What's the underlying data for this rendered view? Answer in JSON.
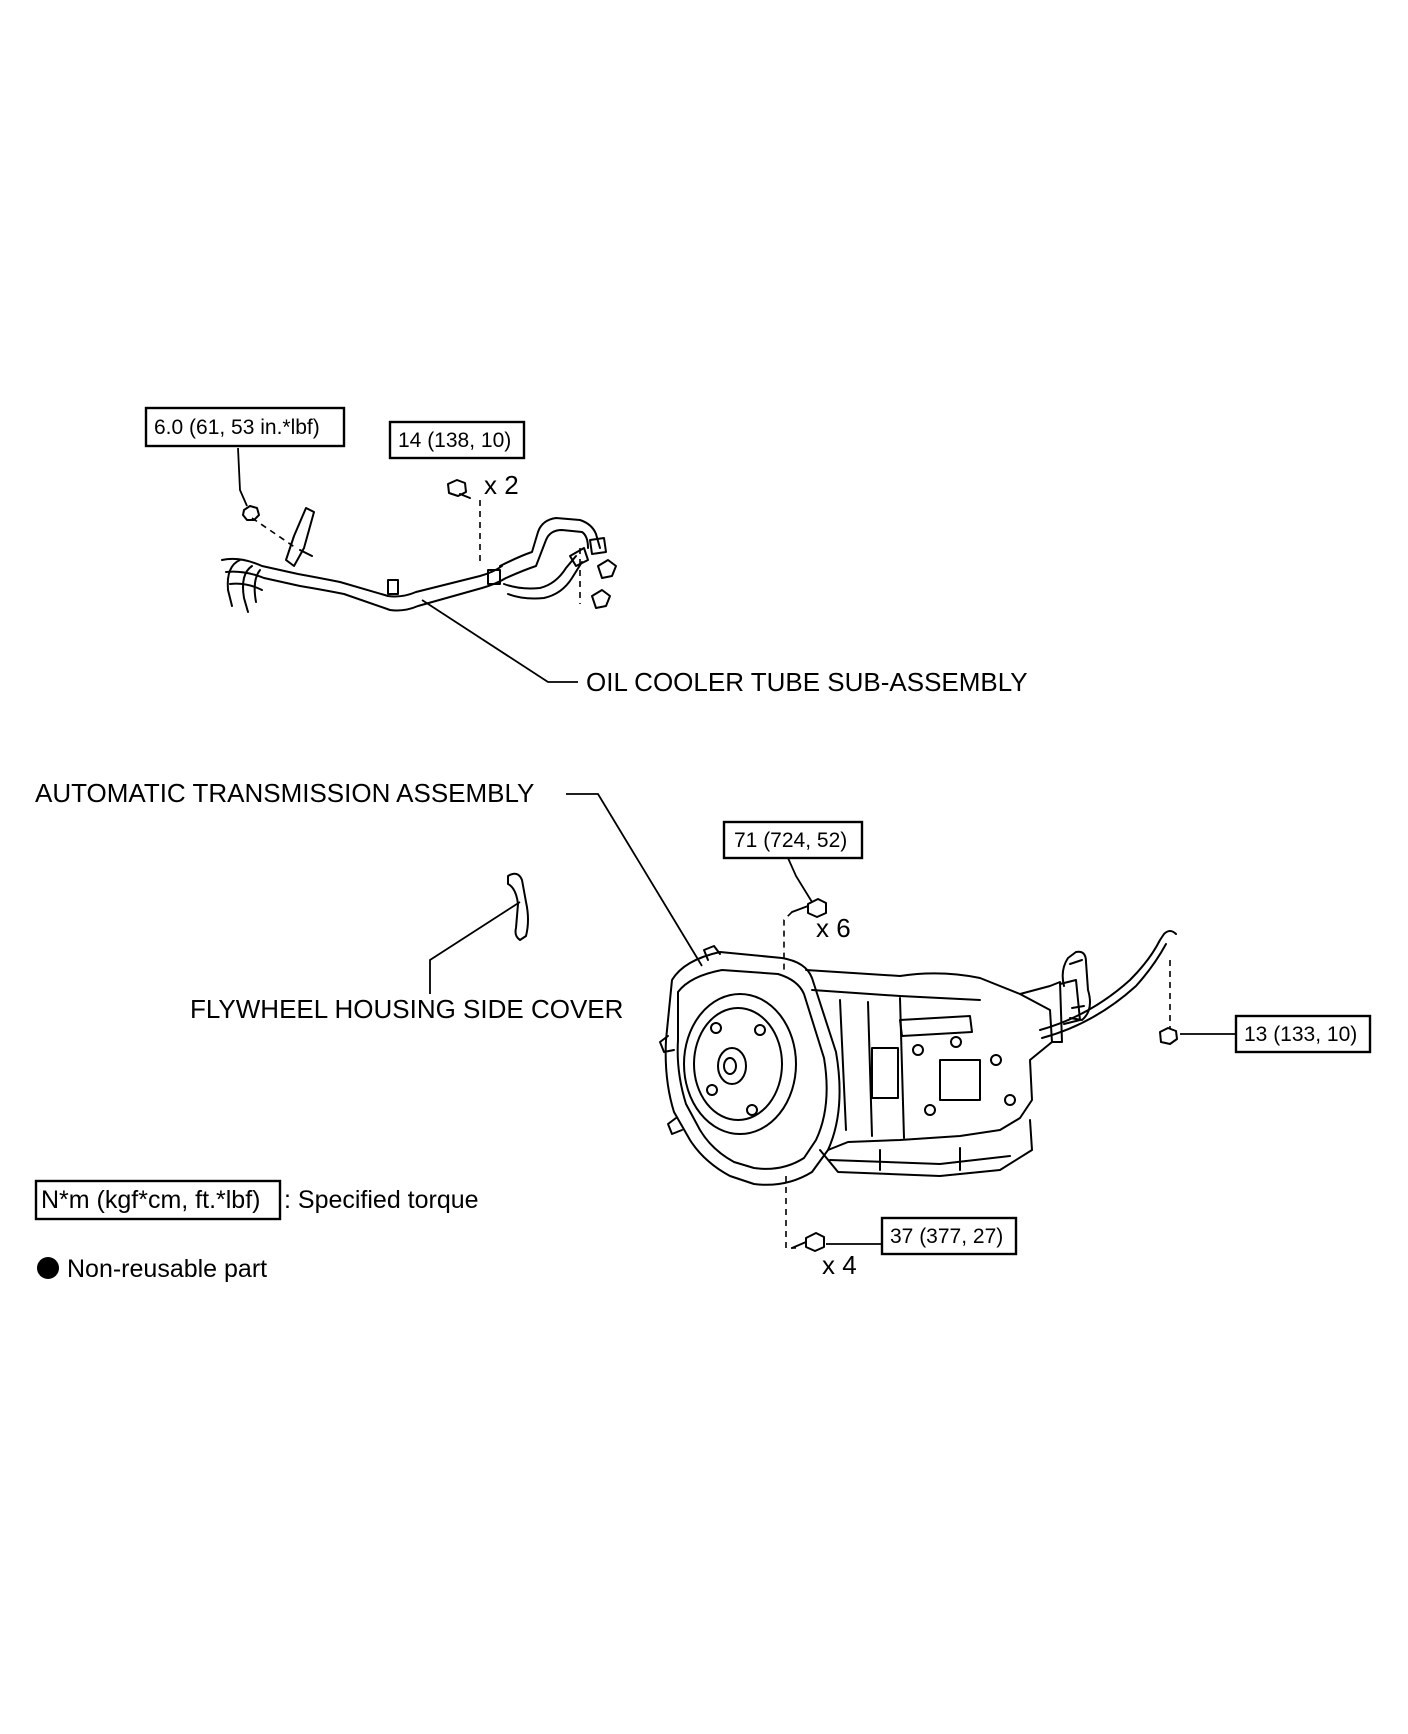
{
  "labels": {
    "oil_cooler_tube": "OIL COOLER TUBE SUB-ASSEMBLY",
    "automatic_transmission": "AUTOMATIC TRANSMISSION ASSEMBLY",
    "flywheel_cover": "FLYWHEEL HOUSING SIDE COVER"
  },
  "torques": {
    "tube_nut": "6.0 (61, 53 in.*lbf)",
    "tube_bolt": "14 (138, 10)",
    "upper_bolt": "71 (724, 52)",
    "rear_nut": "13 (133, 10)",
    "lower_bolt": "37 (377, 27)"
  },
  "quantities": {
    "tube_bolt": "x 2",
    "upper_bolt": "x 6",
    "lower_bolt": "x 4"
  },
  "legend": {
    "torque_box": "N*m (kgf*cm, ft.*lbf)",
    "torque_text": ": Specified torque",
    "nonreusable_text": "Non-reusable part"
  }
}
